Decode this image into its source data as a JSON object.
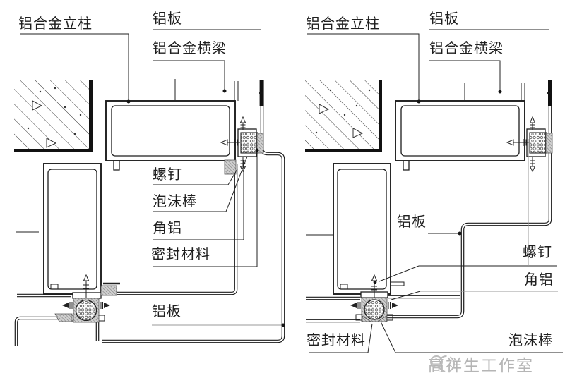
{
  "page": {
    "type": "architectural-detail-drawing",
    "background": "#ffffff",
    "colors": {
      "line": "#1c1c1c",
      "leader_gray": "#9a9a9a",
      "seal_fill": "#cfcfcf",
      "watermark": "#b5b5b5"
    }
  },
  "left_detail": {
    "labels": {
      "mullion": "铝合金立柱",
      "panel_top": "铝板",
      "beam": "铝合金横梁",
      "screw": "螺钉",
      "foam_rod": "泡沫棒",
      "angle_aluminum": "角铝",
      "sealant": "密封材料",
      "panel_bottom": "铝板"
    }
  },
  "right_detail": {
    "labels": {
      "mullion": "铝合金立柱",
      "panel_top": "铝板",
      "beam": "铝合金横梁",
      "panel_mid": "铝板",
      "screw": "螺钉",
      "angle_aluminum": "角铝",
      "sealant": "密封材料",
      "foam_rod": "泡沫棒"
    }
  },
  "watermark": {
    "studio_name": "高祥生工作室",
    "logo": "overlapping-circles"
  }
}
